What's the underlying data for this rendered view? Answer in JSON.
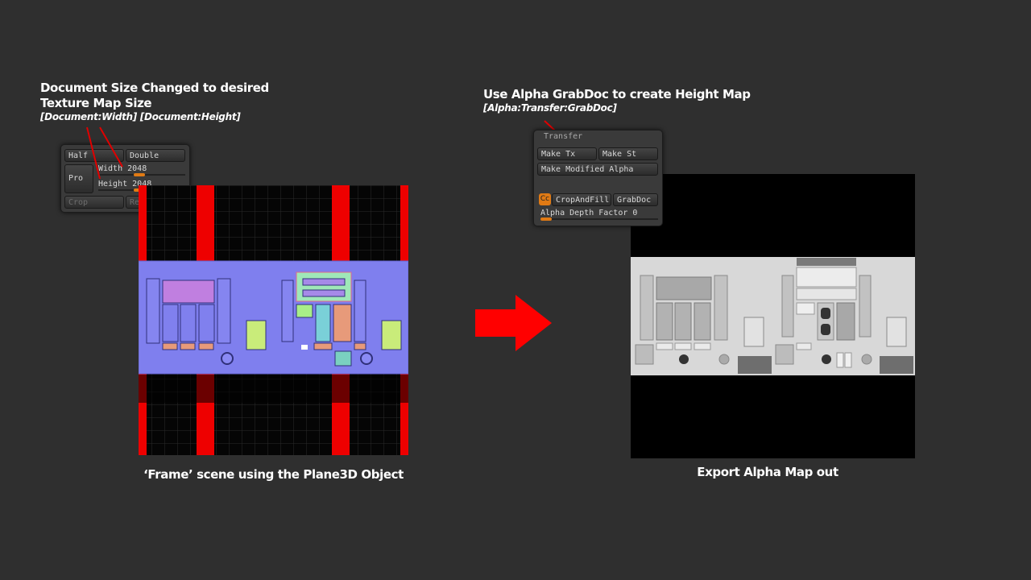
{
  "left_annotation": {
    "title_line1": "Document Size Changed to desired",
    "title_line2": "Texture Map Size",
    "subtitle": "[Document:Width] [Document:Height]"
  },
  "document_panel": {
    "half": "Half",
    "double": "Double",
    "pro": "Pro",
    "width_label": "Width",
    "width_value": "2048",
    "height_label": "Height",
    "height_value": "2048",
    "crop": "Crop",
    "resize": "Resize"
  },
  "left_caption": "‘Frame’ scene using the Plane3D Object",
  "right_annotation": {
    "title": "Use Alpha GrabDoc to create Height Map",
    "subtitle": "[Alpha:Transfer:GrabDoc]"
  },
  "transfer_panel": {
    "header": "Transfer",
    "make_tx": "Make Tx",
    "make_st": "Make St",
    "make_modified_alpha": "Make Modified Alpha",
    "cc_icon": "Cc",
    "crop_and_fill": "CropAndFill",
    "grabdoc": "GrabDoc",
    "alpha_depth_label": "Alpha Depth Factor",
    "alpha_depth_value": "0"
  },
  "right_caption": "Export Alpha Map out",
  "icons": {
    "arrow": "right-arrow-icon"
  },
  "colors": {
    "background": "#2f2f2f",
    "accent_red": "#ff0000",
    "slider_orange": "#e07a14",
    "normal_map_blue": "#7f7fee"
  }
}
